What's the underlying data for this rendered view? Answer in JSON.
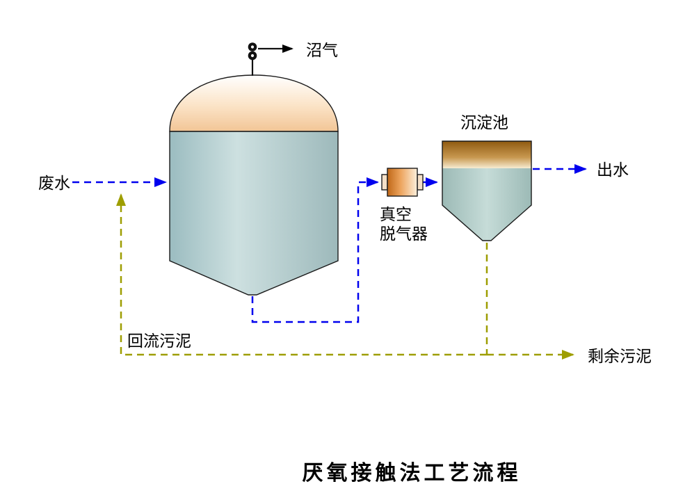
{
  "diagram": {
    "title": "厌氧接触法工艺流程",
    "labels": {
      "biogas": "沼气",
      "wastewater": "废水",
      "degasser_line1": "真空",
      "degasser_line2": "脱气器",
      "settling_tank": "沉淀池",
      "effluent": "出水",
      "return_sludge": "回流污泥",
      "excess_sludge": "剩余污泥"
    },
    "colors": {
      "flow_line": "#0000ee",
      "sludge_line": "#9e9e00",
      "gas_line": "#000000",
      "outline": "#1a1a1a"
    }
  }
}
